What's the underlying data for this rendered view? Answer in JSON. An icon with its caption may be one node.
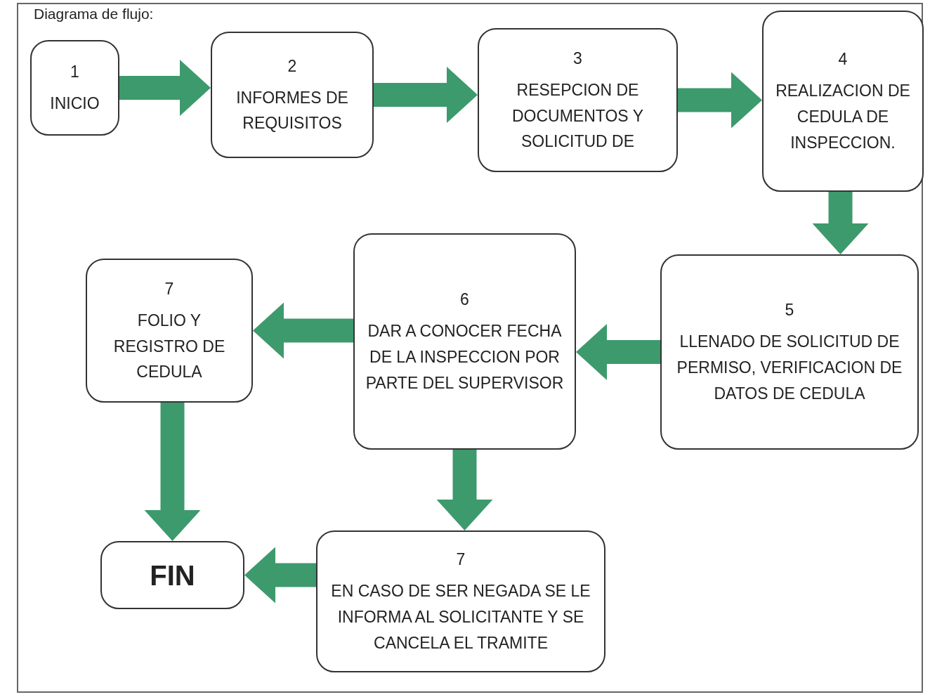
{
  "diagram": {
    "title": "Diagrama de flujo:",
    "nodes": [
      {
        "text": [
          "1",
          "INICIO"
        ]
      },
      {
        "text": [
          "2",
          "INFORMES DE REQUISITOS"
        ]
      },
      {
        "text": [
          "3",
          "RESEPCION DE DOCUMENTOS Y SOLICITUD DE"
        ]
      },
      {
        "text": [
          "4",
          "REALIZACION DE CEDULA DE INSPECCION."
        ]
      },
      {
        "text": [
          "5",
          "LLENADO DE SOLICITUD DE PERMISO, VERIFICACION DE DATOS DE CEDULA"
        ]
      },
      {
        "text": [
          "6",
          "DAR A CONOCER FECHA DE LA INSPECCION POR PARTE DEL SUPERVISOR"
        ]
      },
      {
        "text": [
          "7",
          "FOLIO Y REGISTRO DE CEDULA"
        ]
      },
      {
        "text": [
          "FIN"
        ]
      },
      {
        "text": [
          "7",
          "EN CASO DE SER NEGADA SE LE INFORMA AL SOLICITANTE Y SE CANCELA EL TRAMITE"
        ]
      }
    ],
    "edges": [
      {
        "from": 0,
        "to": 1,
        "arrow": "to"
      },
      {
        "from": 1,
        "to": 2,
        "arrow": "to"
      },
      {
        "from": 2,
        "to": 3,
        "arrow": "to"
      },
      {
        "from": 3,
        "to": 4,
        "arrow": "to"
      },
      {
        "from": 4,
        "to": 5,
        "arrow": "to"
      },
      {
        "from": 5,
        "to": 6,
        "arrow": "to"
      },
      {
        "from": 6,
        "to": 7,
        "arrow": "to"
      },
      {
        "from": 5,
        "to": 8,
        "arrow": "to"
      },
      {
        "from": 8,
        "to": 7,
        "arrow": "to"
      }
    ]
  }
}
